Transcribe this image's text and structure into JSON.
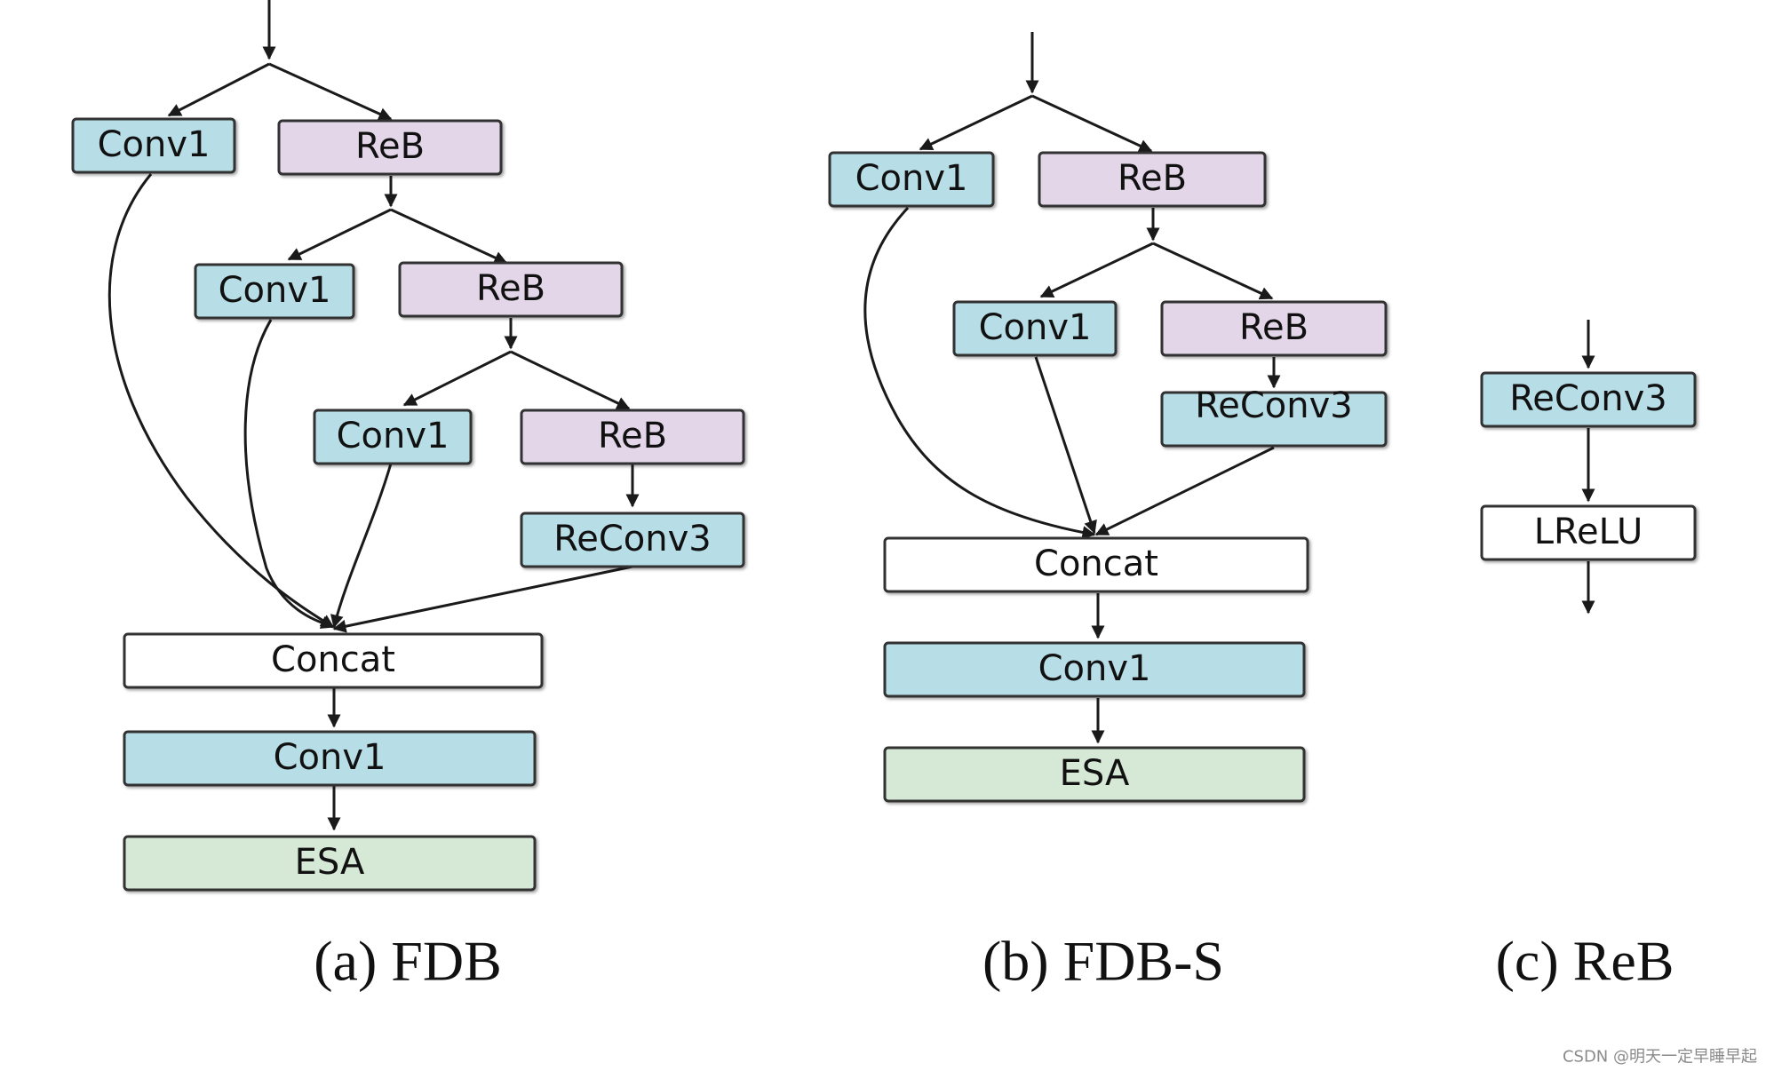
{
  "colors": {
    "conv": "#b7dde6",
    "reb": "#e3d6e8",
    "esa": "#d6e8d6",
    "concat": "#ffffff",
    "border": "#333333"
  },
  "panels": [
    {
      "caption": "(a) FDB",
      "nodes": {
        "conv1_a": "Conv1",
        "reb_a": "ReB",
        "conv1_b": "Conv1",
        "reb_b": "ReB",
        "conv1_c": "Conv1",
        "reb_c": "ReB",
        "reconv3": "ReConv3",
        "concat": "Concat",
        "conv1_out": "Conv1",
        "esa": "ESA"
      }
    },
    {
      "caption": "(b) FDB-S",
      "nodes": {
        "conv1_a": "Conv1",
        "reb_a": "ReB",
        "conv1_b": "Conv1",
        "reb_b": "ReB",
        "reconv3": "ReConv3",
        "concat": "Concat",
        "conv1_out": "Conv1",
        "esa": "ESA"
      }
    },
    {
      "caption": "(c) ReB",
      "nodes": {
        "reconv3": "ReConv3",
        "lrelu": "LReLU"
      }
    }
  ],
  "watermark": "CSDN @明天一定早睡早起"
}
